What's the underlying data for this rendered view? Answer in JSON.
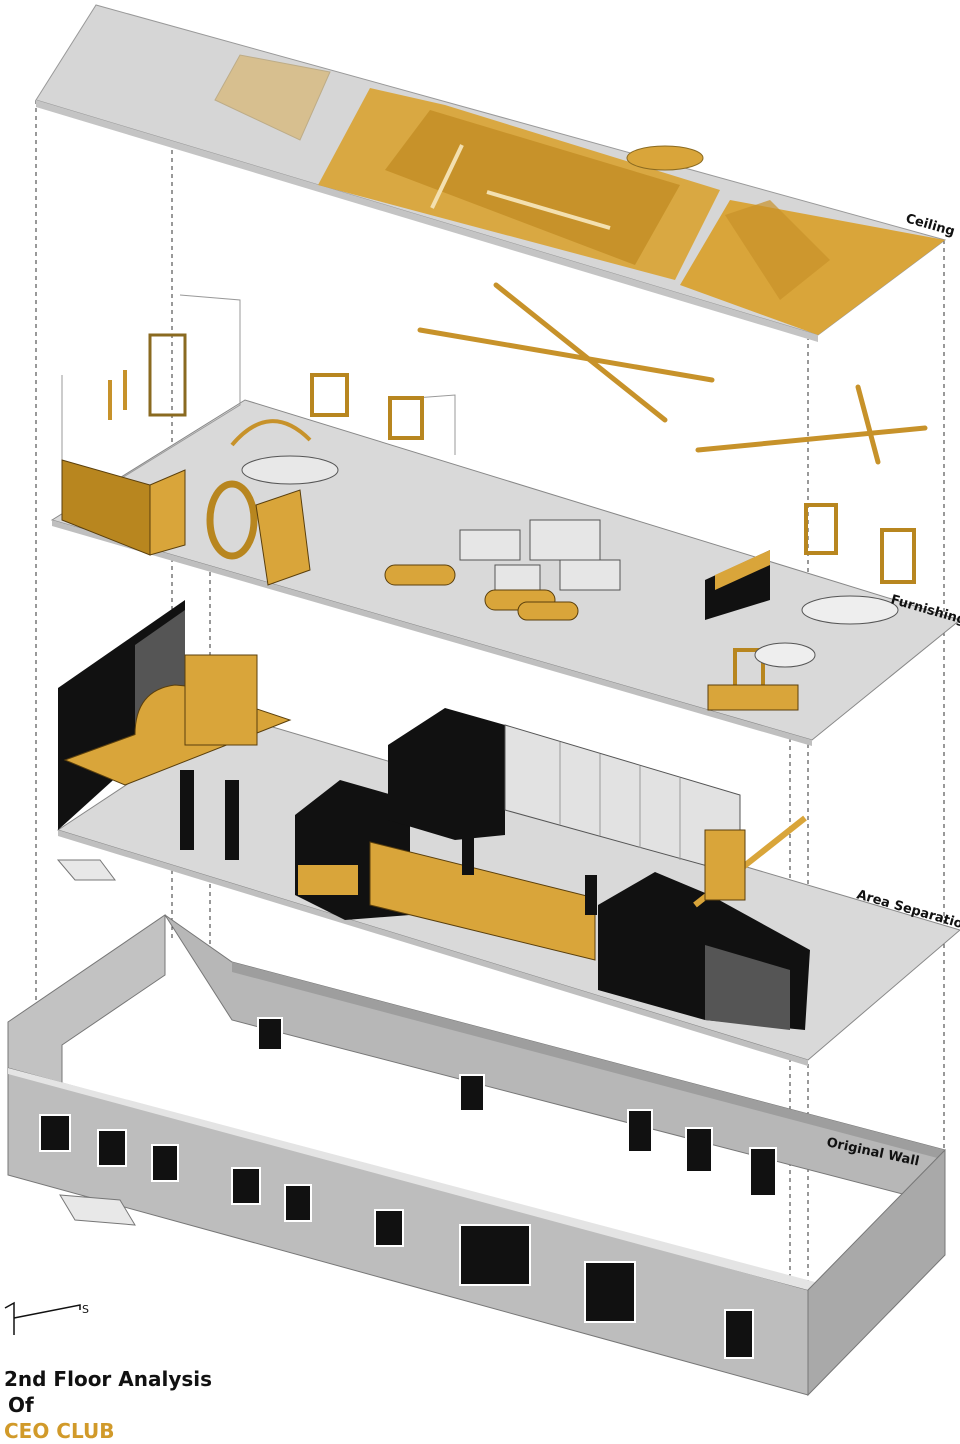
{
  "labels": {
    "ceiling": "Ceiling",
    "furnishings": "Furnishings",
    "area_separation": "Area Separation",
    "original_wall": "Original Wall"
  },
  "title": {
    "line1": "2nd Floor Analysis",
    "line2": "Of",
    "line3": "CEO CLUB"
  },
  "compass": {
    "south": "S"
  },
  "colors": {
    "accent": "#D9A53A",
    "accent_dark": "#B8861F",
    "slab": "#D8D8D8",
    "wall": "#BDBDBD",
    "black": "#111111",
    "title_accent": "#D19A2A"
  }
}
